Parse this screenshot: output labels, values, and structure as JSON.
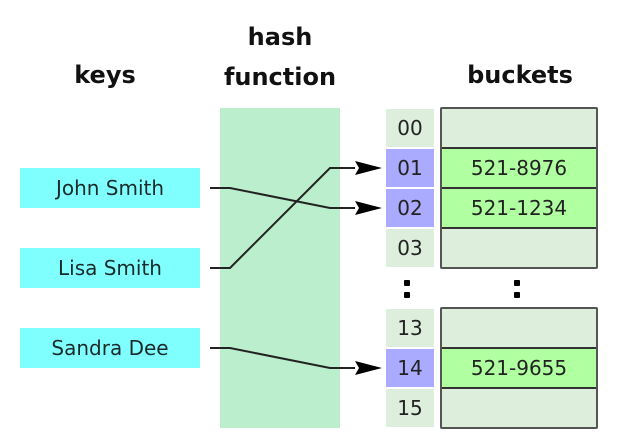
{
  "headings": {
    "keys": "keys",
    "hash_function_line1": "hash",
    "hash_function_line2": "function",
    "buckets": "buckets"
  },
  "keys": [
    {
      "label": "John Smith",
      "maps_to": "02"
    },
    {
      "label": "Lisa Smith",
      "maps_to": "01"
    },
    {
      "label": "Sandra Dee",
      "maps_to": "14"
    }
  ],
  "indices_top": [
    "00",
    "01",
    "02",
    "03"
  ],
  "indices_bottom": [
    "13",
    "14",
    "15"
  ],
  "buckets_top": [
    "",
    "521-8976",
    "521-1234",
    ""
  ],
  "buckets_bottom": [
    "",
    "521-9655",
    ""
  ],
  "ellipsis": ":",
  "colors": {
    "key_fill": "#80ffff",
    "hash_fill": "#bbeecc",
    "index_fill": "#ddeedd",
    "index_used_fill": "#aaaaff",
    "bucket_empty_fill": "#ddeedd",
    "bucket_filled_fill": "#b0ffa0"
  }
}
